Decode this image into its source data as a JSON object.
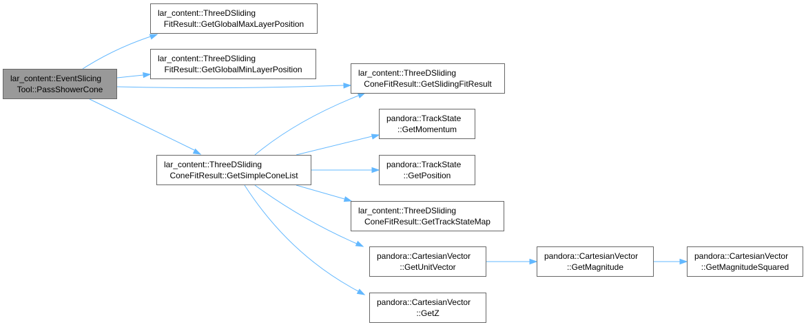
{
  "nodes": {
    "pass_shower_cone": {
      "line1": "lar_content::EventSlicing",
      "line2": "Tool::PassShowerCone"
    },
    "get_global_max": {
      "line1": "lar_content::ThreeDSliding",
      "line2": "FitResult::GetGlobalMaxLayerPosition"
    },
    "get_global_min": {
      "line1": "lar_content::ThreeDSliding",
      "line2": "FitResult::GetGlobalMinLayerPosition"
    },
    "get_sliding_fit_result": {
      "line1": "lar_content::ThreeDSliding",
      "line2": "ConeFitResult::GetSlidingFitResult"
    },
    "get_simple_cone_list": {
      "line1": "lar_content::ThreeDSliding",
      "line2": "ConeFitResult::GetSimpleConeList"
    },
    "get_momentum": {
      "line1": "pandora::TrackState",
      "line2": "::GetMomentum"
    },
    "get_position": {
      "line1": "pandora::TrackState",
      "line2": "::GetPosition"
    },
    "get_track_state_map": {
      "line1": "lar_content::ThreeDSliding",
      "line2": "ConeFitResult::GetTrackStateMap"
    },
    "get_unit_vector": {
      "line1": "pandora::CartesianVector",
      "line2": "::GetUnitVector"
    },
    "get_z": {
      "line1": "pandora::CartesianVector",
      "line2": "::GetZ"
    },
    "get_magnitude": {
      "line1": "pandora::CartesianVector",
      "line2": "::GetMagnitude"
    },
    "get_magnitude_squared": {
      "line1": "pandora::CartesianVector",
      "line2": "::GetMagnitudeSquared"
    }
  },
  "edges": [
    [
      "pass_shower_cone",
      "get_global_max"
    ],
    [
      "pass_shower_cone",
      "get_global_min"
    ],
    [
      "pass_shower_cone",
      "get_sliding_fit_result"
    ],
    [
      "pass_shower_cone",
      "get_simple_cone_list"
    ],
    [
      "get_simple_cone_list",
      "get_sliding_fit_result"
    ],
    [
      "get_simple_cone_list",
      "get_momentum"
    ],
    [
      "get_simple_cone_list",
      "get_position"
    ],
    [
      "get_simple_cone_list",
      "get_track_state_map"
    ],
    [
      "get_simple_cone_list",
      "get_unit_vector"
    ],
    [
      "get_simple_cone_list",
      "get_z"
    ],
    [
      "get_unit_vector",
      "get_magnitude"
    ],
    [
      "get_magnitude",
      "get_magnitude_squared"
    ]
  ],
  "colors": {
    "edge": "#63b8ff",
    "node_border": "#666666",
    "root_fill": "#999999",
    "node_fill": "#ffffff"
  }
}
